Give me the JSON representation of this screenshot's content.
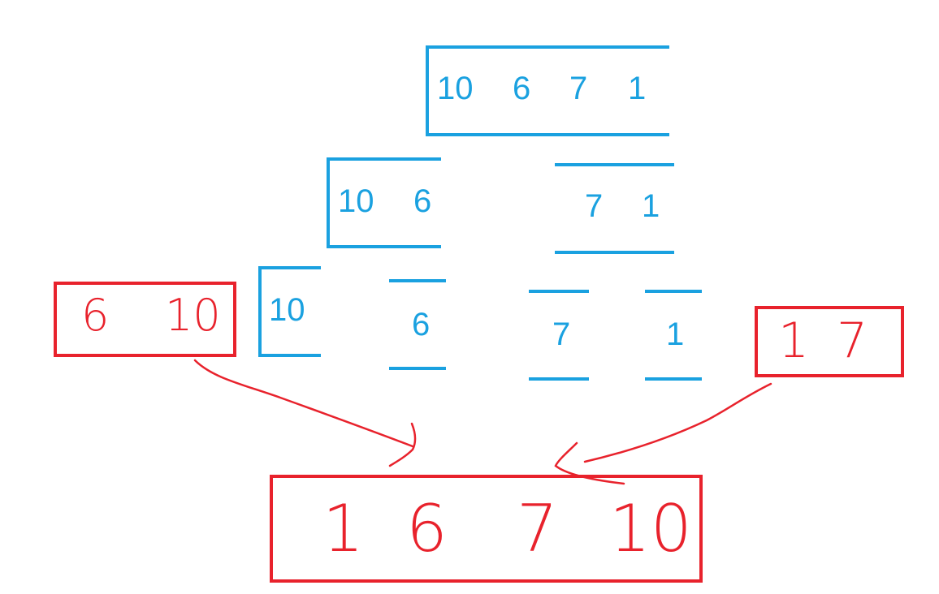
{
  "colors": {
    "blue": "#1aa1e0",
    "red": "#e8222c",
    "background": "#ffffff"
  },
  "split": {
    "level0": [
      "10",
      "6",
      "7",
      "1"
    ],
    "level1_left": [
      "10",
      "6"
    ],
    "level1_right": [
      "7",
      "1"
    ],
    "level2": [
      "10",
      "6",
      "7",
      "1"
    ]
  },
  "merge": {
    "left_sorted": [
      "6",
      "10"
    ],
    "right_sorted": [
      "1",
      "7"
    ],
    "result": [
      "1",
      "6",
      "7",
      "10"
    ]
  }
}
